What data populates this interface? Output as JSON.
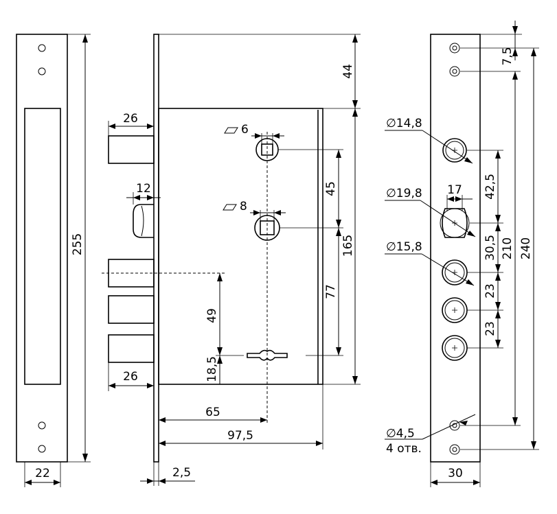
{
  "dimensions": {
    "d44": "44",
    "d26_top": "26",
    "d6": "6",
    "d12": "12",
    "d8": "8",
    "d45": "45",
    "d165": "165",
    "d77": "77",
    "d49": "49",
    "d18_5": "18,5",
    "d26_bot": "26",
    "d65": "65",
    "d97_5": "97,5",
    "d255": "255",
    "d22": "22",
    "d2_5": "2,5",
    "d7_5": "7,5",
    "d14_8": "∅14,8",
    "d42_5": "42,5",
    "d17": "17",
    "d19_8": "∅19,8",
    "d30_5": "30,5",
    "d210": "210",
    "d240": "240",
    "d15_8": "∅15,8",
    "d23a": "23",
    "d23b": "23",
    "d4_5": "∅4,5",
    "holes_note": "4 отв.",
    "d30": "30"
  }
}
